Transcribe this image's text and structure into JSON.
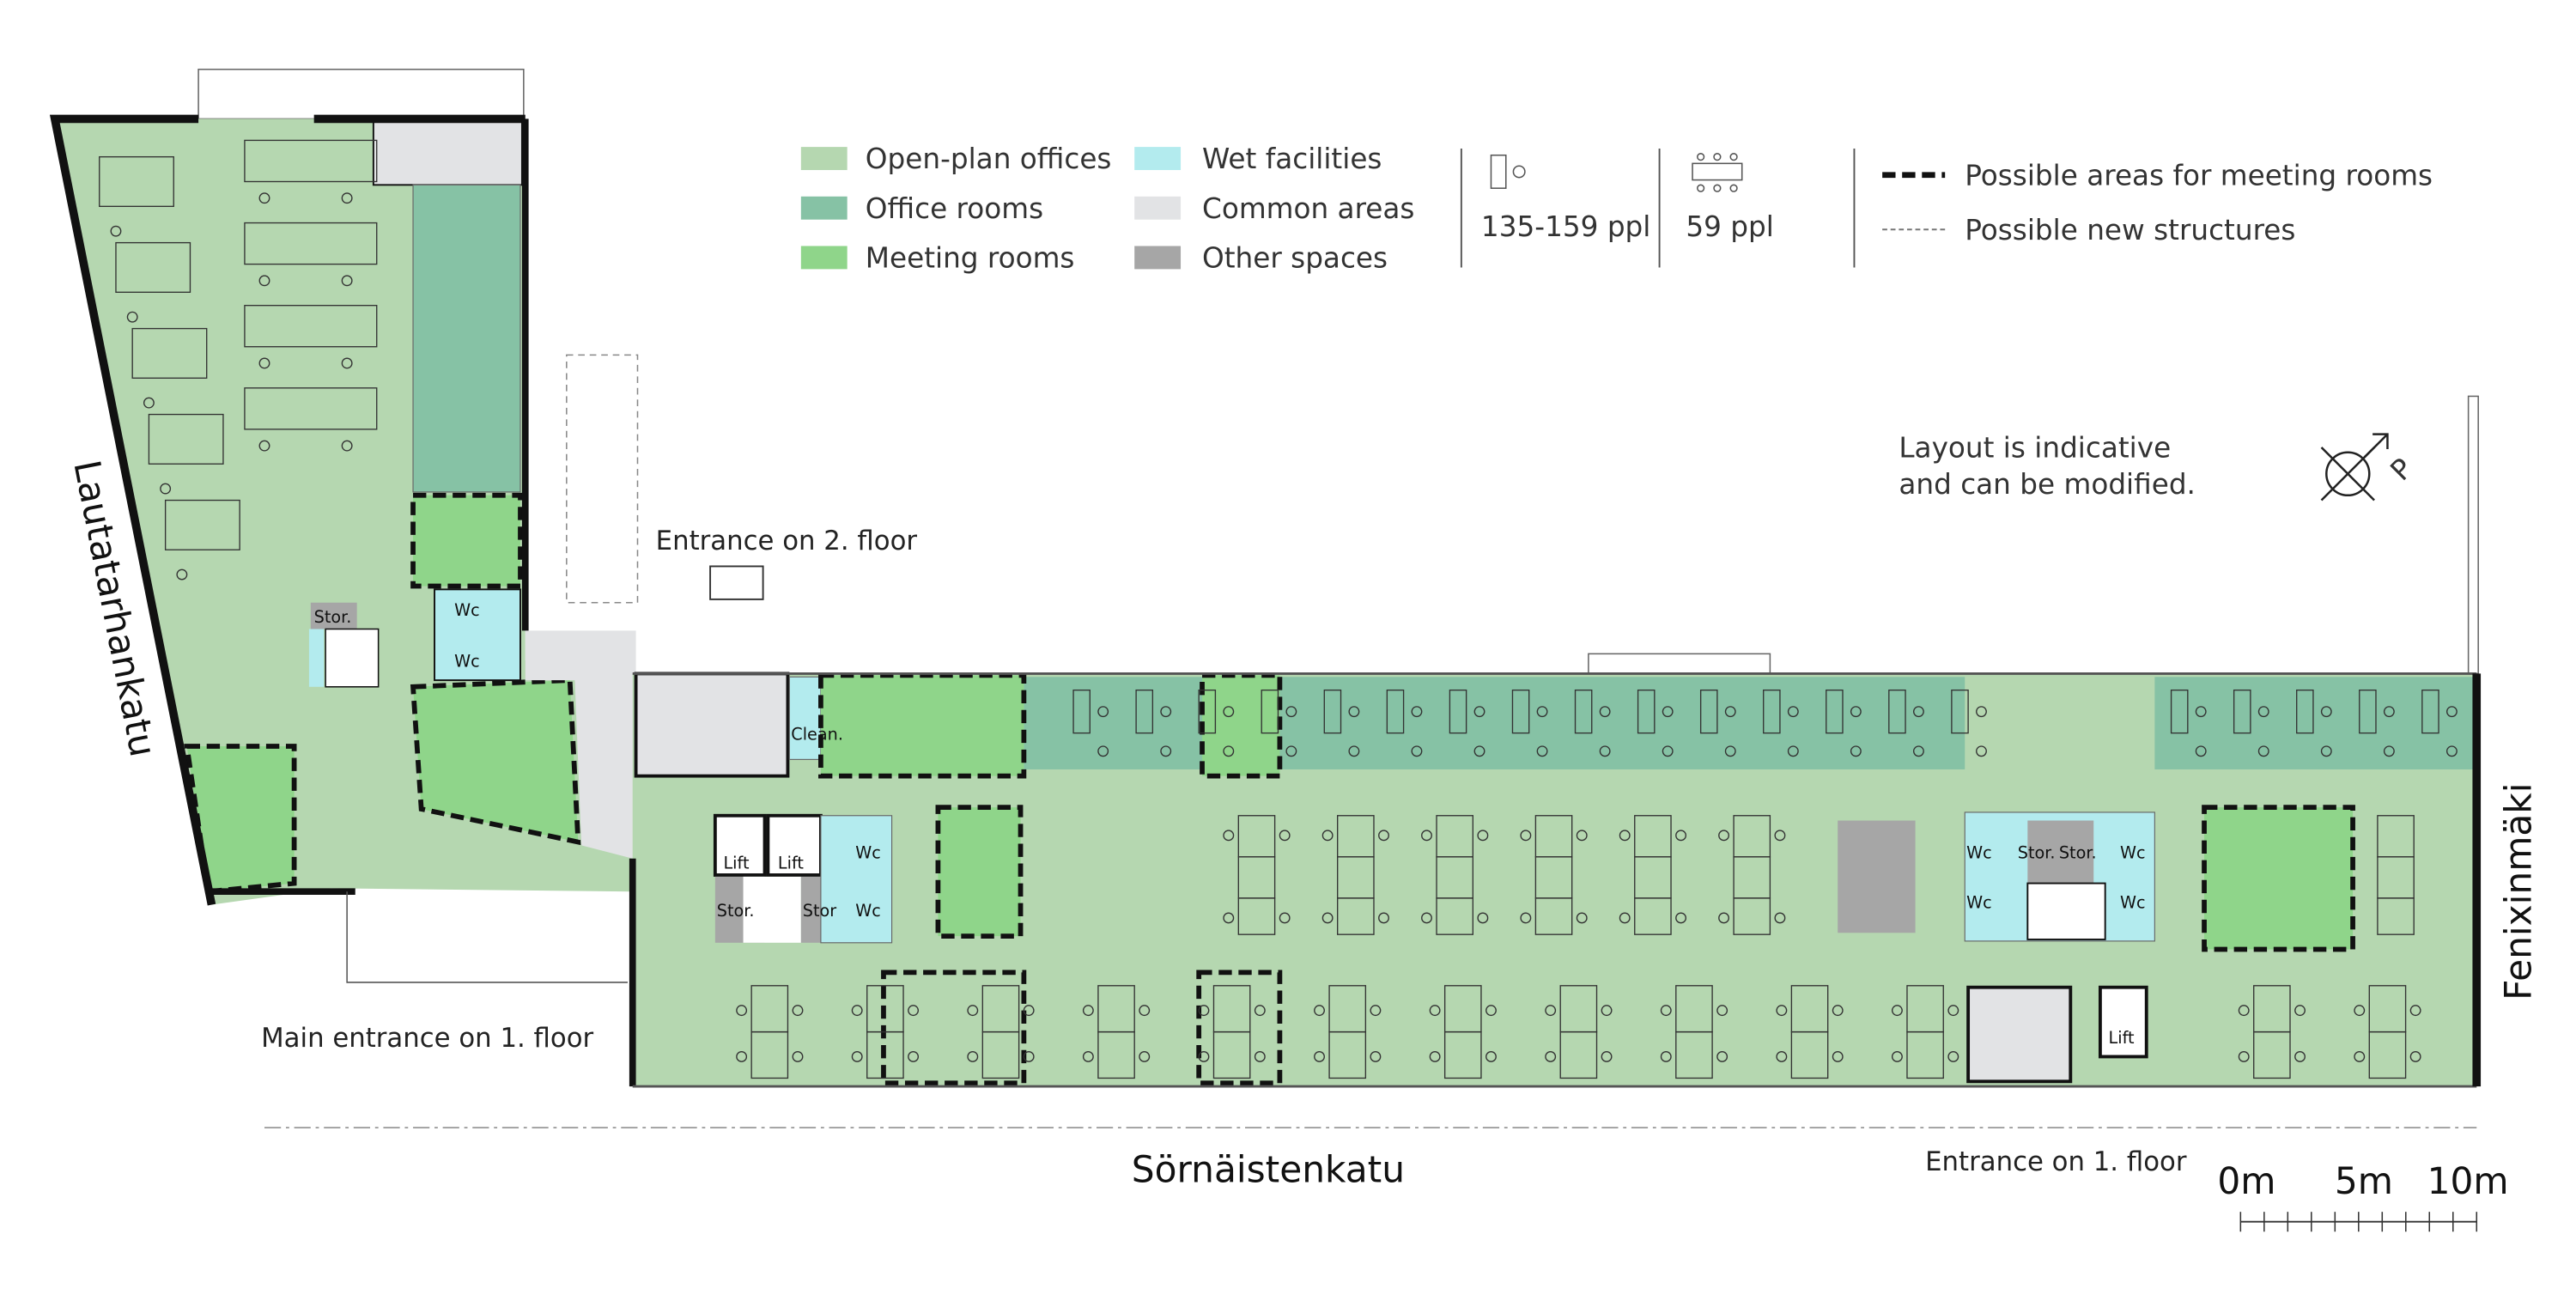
{
  "legend": {
    "items": [
      {
        "label": "Open-plan offices",
        "color": "#b5d7b0"
      },
      {
        "label": "Office rooms",
        "color": "#86c2a5"
      },
      {
        "label": "Meeting rooms",
        "color": "#8fd58a"
      },
      {
        "label": "Wet facilities",
        "color": "#b3ebee"
      },
      {
        "label": "Common areas",
        "color": "#e2e3e5"
      },
      {
        "label": "Other spaces",
        "color": "#a6a6a6"
      }
    ],
    "capacity_workstations": "135-159 ppl",
    "capacity_meeting": "59 ppl",
    "meeting_area_line": "Possible areas for meeting rooms",
    "new_structures_line": "Possible new structures"
  },
  "note": {
    "line1": "Layout is indicative",
    "line2": "and can be modified."
  },
  "compass": {
    "label": "P"
  },
  "streets": {
    "west": "Lautatarhankatu",
    "south": "Sörnäistenkatu",
    "east": "Fenixinmäki"
  },
  "entrances": {
    "second_floor": "Entrance on 2. floor",
    "main": "Main entrance on 1. floor",
    "east": "Entrance on 1. floor"
  },
  "scale": {
    "zero": "0m",
    "five": "5m",
    "ten": "10m"
  },
  "rooms": {
    "stor_left": "Stor.",
    "wc_1": "Wc",
    "wc_2": "Wc",
    "clean": "Clean.",
    "lift_1": "Lift",
    "lift_2": "Lift",
    "stor_core1": "Stor.",
    "stor_core2": "Stor",
    "wc_3": "Wc",
    "wc_4": "Wc",
    "wc_5": "Wc",
    "stor_r1": "Stor.",
    "stor_r2": "Stor.",
    "wc_6": "Wc",
    "wc_7": "Wc",
    "wc_8": "Wc",
    "lift_3": "Lift"
  }
}
